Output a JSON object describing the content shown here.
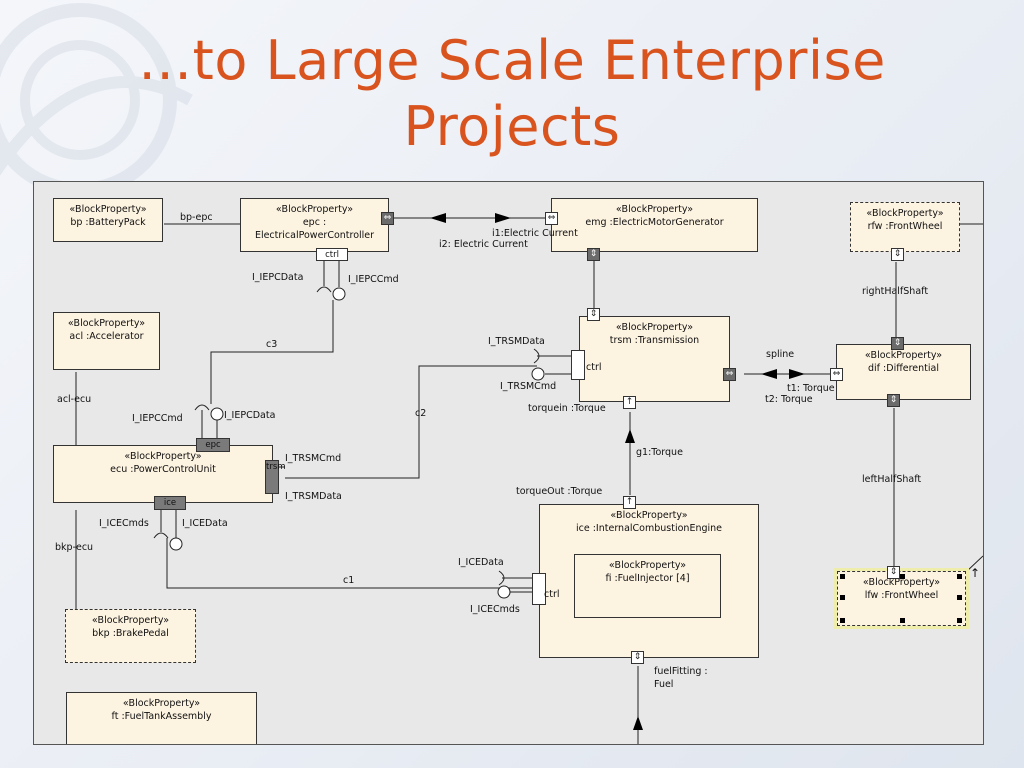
{
  "slide": {
    "title_line1": "…to Large Scale Enterprise",
    "title_line2": "Projects",
    "title_color": "#d9531e"
  },
  "diagram": {
    "stereotype": "«BlockProperty»",
    "blocks": {
      "bp": "bp :BatteryPack",
      "epc_line1": "epc :",
      "epc_line2": "ElectricalPowerController",
      "emg": "emg :ElectricMotorGenerator",
      "rfw": "rfw :FrontWheel",
      "acl": "acl :Accelerator",
      "trsm": "trsm :Transmission",
      "dif": "dif :Differential",
      "ecu": "ecu :PowerControlUnit",
      "ice": "ice :InternalCombustionEngine",
      "fi": "fi :FuelInjector [4]",
      "lfw": "lfw :FrontWheel",
      "bkp": "bkp :BrakePedal",
      "ft": "ft :FuelTankAssembly"
    },
    "ports": {
      "ctrl": "ctrl",
      "epc": "epc",
      "ice": "ice",
      "trsm": "trsm",
      "bidir_symbol": "⇔",
      "updown_symbol": "⇕",
      "up_symbol": "↑"
    },
    "labels": {
      "bp_epc": "bp-epc",
      "i1": "i1:Electric Current",
      "i2": "i2: Electric Current",
      "iepc_data_top": "I_IEPCData",
      "iepc_cmd_top": "I_IEPCCmd",
      "c3": "c3",
      "itrsm_data_top": "I_TRSMData",
      "itrsm_cmd_top": "I_TRSMCmd",
      "trsm_ctrl": "ctrl",
      "c2": "c2",
      "torquein": "torquein :Torque",
      "spline": "spline",
      "t1": "t1: Torque",
      "t2": "t2: Torque",
      "righthalfshaft": "rightHalfShaft",
      "acl_ecu": "acl-ecu",
      "iepc_cmd_bottom": "I_IEPCCmd",
      "iepc_data_bottom": "I_IEPCData",
      "itrsm_cmd_bottom": "I_TRSMCmd",
      "itrsm_data_bottom": "I_TRSMData",
      "g1": "g1:Torque",
      "lefthalfshaft": "leftHalfShaft",
      "torqueout": "torqueOut :Torque",
      "iice_cmds_left": "I_ICECmds",
      "iice_data_left": "I_ICEData",
      "bkp_ecu": "bkp-ecu",
      "iice_data_right": "I_ICEData",
      "c1": "c1",
      "iice_cmds_right": "I_ICECmds",
      "fuelfitting_line1": "fuelFitting :",
      "fuelfitting_line2": "Fuel"
    }
  }
}
